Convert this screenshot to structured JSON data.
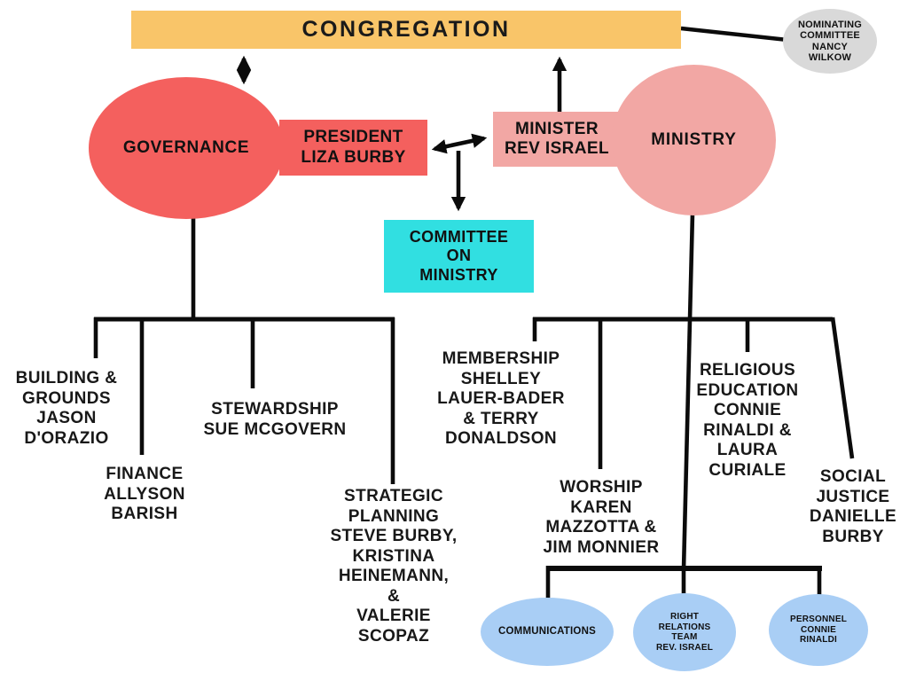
{
  "title": "Congregation organizational chart",
  "palette": {
    "banner_orange": "#F9C569",
    "governance_red": "#F4605E",
    "ministry_pink": "#F2A7A4",
    "committee_cyan": "#31DFE1",
    "nominating_gray": "#D9D9D9",
    "team_blue": "#A9CEF5",
    "line_black": "#0B0B0B"
  },
  "nodes": {
    "congregation": {
      "label": "CONGREGATION"
    },
    "nominating": {
      "label": "NOMINATING\nCOMMITTEE\nNANCY\nWILKOW"
    },
    "governance": {
      "label": "GOVERNANCE"
    },
    "president": {
      "label": "PRESIDENT\nLIZA BURBY"
    },
    "minister": {
      "label": "MINISTER\nREV ISRAEL"
    },
    "ministry": {
      "label": "MINISTRY"
    },
    "committee_on_ministry": {
      "label": "COMMITTEE\nON\nMINISTRY"
    },
    "building_grounds": {
      "label": "BUILDING &\nGROUNDS\nJASON\nD'ORAZIO"
    },
    "finance": {
      "label": "FINANCE\nALLYSON\nBARISH"
    },
    "stewardship": {
      "label": "STEWARDSHIP\nSUE MCGOVERN"
    },
    "strategic_planning": {
      "label": "STRATEGIC\nPLANNING\nSTEVE BURBY,\nKRISTINA\nHEINEMANN,\n&\nVALERIE\nSCOPAZ"
    },
    "membership": {
      "label": "MEMBERSHIP\nSHELLEY\nLAUER-BADER\n& TERRY\nDONALDSON"
    },
    "worship": {
      "label": "WORSHIP\nKAREN\nMAZZOTTA &\nJIM MONNIER"
    },
    "religious_education": {
      "label": "RELIGIOUS\nEDUCATION\nCONNIE\nRINALDI &\nLAURA\nCURIALE"
    },
    "social_justice": {
      "label": "SOCIAL\nJUSTICE\nDANIELLE\nBURBY"
    },
    "communications": {
      "label": "COMMUNICATIONS"
    },
    "right_relations": {
      "label": "RIGHT\nRELATIONS\nTEAM\nREV. ISRAEL"
    },
    "personnel": {
      "label": "PERSONNEL\nCONNIE\nRINALDI"
    }
  }
}
